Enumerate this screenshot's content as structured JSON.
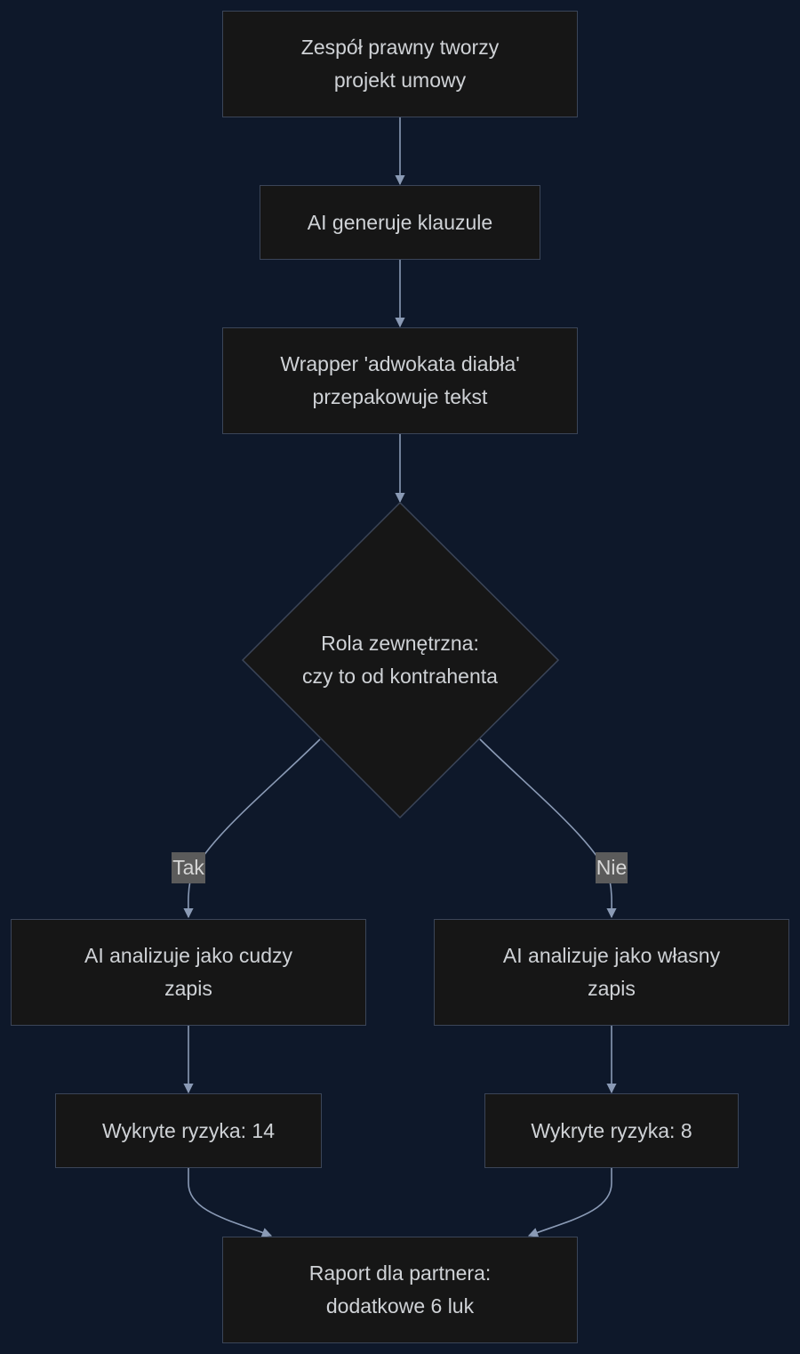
{
  "nodes": {
    "draft": {
      "line1": "Zespół prawny tworzy",
      "line2": "projekt umowy"
    },
    "generate": {
      "line1": "AI generuje klauzule"
    },
    "wrapper": {
      "line1": "Wrapper 'adwokata diabła'",
      "line2": "przepakowuje tekst"
    },
    "decision": {
      "line1": "Rola zewnętrzna:",
      "line2": "czy to od kontrahenta"
    },
    "foreign": {
      "line1": "AI analizuje jako cudzy",
      "line2": "zapis"
    },
    "own": {
      "line1": "AI analizuje jako własny",
      "line2": "zapis"
    },
    "risks_foreign": {
      "line1": "Wykryte ryzyka: 14"
    },
    "risks_own": {
      "line1": "Wykryte ryzyka: 8"
    },
    "report": {
      "line1": "Raport dla partnera:",
      "line2": "dodatkowe 6 luk"
    }
  },
  "edges": {
    "yes_label": "Tak",
    "no_label": "Nie"
  },
  "colors": {
    "background": "#0e182a",
    "node_fill": "#161616",
    "node_border": "#3b4558",
    "edge": "#8a9ab5",
    "text": "#cfd2d6",
    "label_bg": "#5b5b5b"
  }
}
